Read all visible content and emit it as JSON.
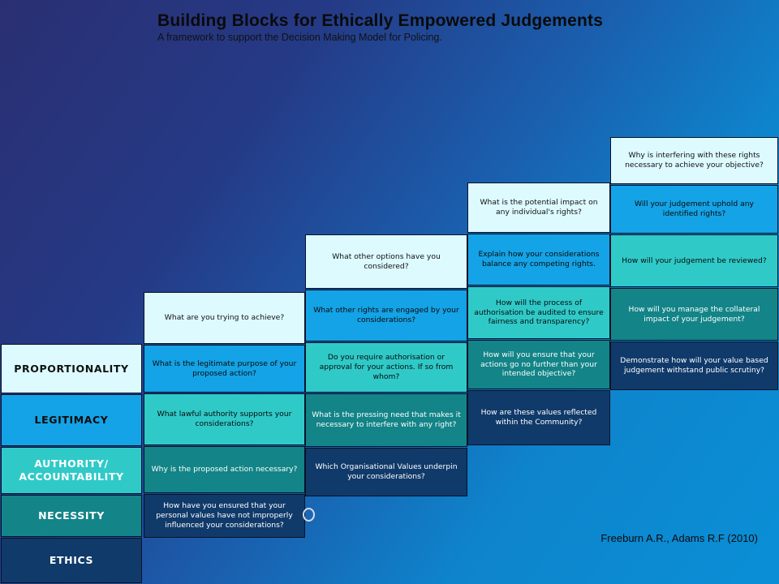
{
  "header": {
    "title": "Building Blocks for Ethically Empowered Judgements",
    "subtitle": "A framework to support the Decision Making Model for Policing."
  },
  "labels": {
    "proportionality": "PROPORTIONALITY",
    "legitimacy": "LEGITIMACY",
    "authority": "AUTHORITY/ ACCOUNTABILITY",
    "necessity": "NECESSITY",
    "ethics": "ETHICS"
  },
  "columns": [
    {
      "questions": [
        "What are you trying to achieve?",
        "What is the legitimate purpose of your proposed action?",
        "What lawful authority supports your considerations?",
        "Why is the proposed action necessary?",
        "How have you ensured that your personal values have not improperly influenced your considerations?"
      ]
    },
    {
      "questions": [
        "What other options have you considered?",
        "What other rights are engaged by your considerations?",
        "Do you require authorisation or approval for your actions. If so from whom?",
        "What is the pressing need that makes it necessary to interfere with any right?",
        "Which Organisational Values underpin your considerations?"
      ]
    },
    {
      "questions": [
        "What is the potential impact on any individual's rights?",
        "Explain how your considerations balance any competing rights.",
        "How will the process of authorisation be audited to ensure fairness and transparency?",
        "How will you ensure that your actions go no further than your intended objective?",
        "How are these values reflected within the Community?"
      ]
    },
    {
      "questions": [
        "Why is interfering with these rights necessary to achieve your objective?",
        "Will your judgement uphold any identified rights?",
        "How will your judgement be reviewed?",
        "How will you manage the collateral impact of your judgement?",
        "Demonstrate how will your value based judgement withstand public scrutiny?"
      ]
    }
  ],
  "citation": "Freeburn A.R., Adams R.F (2010)",
  "colors": {
    "tier1": "#ddfaff",
    "tier2": "#14a3e6",
    "tier3": "#2fcac8",
    "tier4": "#138487",
    "tier5": "#103a6a"
  }
}
